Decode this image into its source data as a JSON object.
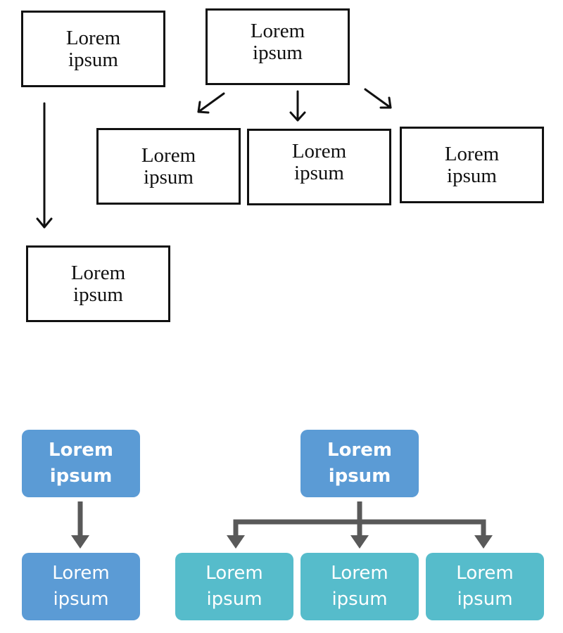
{
  "top_diagram": {
    "left_parent": [
      "Lorem",
      "ipsum"
    ],
    "left_child": [
      "Lorem",
      "ipsum"
    ],
    "right_parent": [
      "Lorem",
      "ipsum"
    ],
    "right_children": [
      [
        "Lorem",
        "ipsum"
      ],
      [
        "Lorem",
        "ipsum"
      ],
      [
        "Lorem",
        "ipsum"
      ]
    ]
  },
  "bottom_diagram": {
    "left_parent": [
      "Lorem",
      "ipsum"
    ],
    "left_child": [
      "Lorem",
      "ipsum"
    ],
    "right_parent": [
      "Lorem",
      "ipsum"
    ],
    "right_children": [
      [
        "Lorem",
        "ipsum"
      ],
      [
        "Lorem",
        "ipsum"
      ],
      [
        "Lorem",
        "ipsum"
      ]
    ]
  },
  "colors": {
    "sketch_stroke": "#111111",
    "parent_fill": "#5b9bd5",
    "child_fill": "#56bccb",
    "connector": "#595959"
  }
}
